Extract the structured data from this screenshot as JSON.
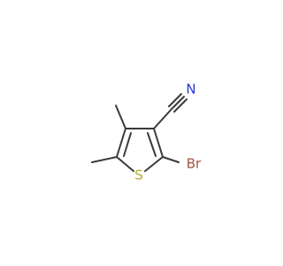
{
  "molecule": {
    "atoms": {
      "nitrogen": "N",
      "sulfur": "S",
      "bromine": "Br"
    },
    "colors": {
      "bond": "#3a3a3a",
      "nitrogen": "#2434d8",
      "sulfur": "#b7a72a",
      "bromine": "#a1533a",
      "background": "#ffffff"
    }
  }
}
